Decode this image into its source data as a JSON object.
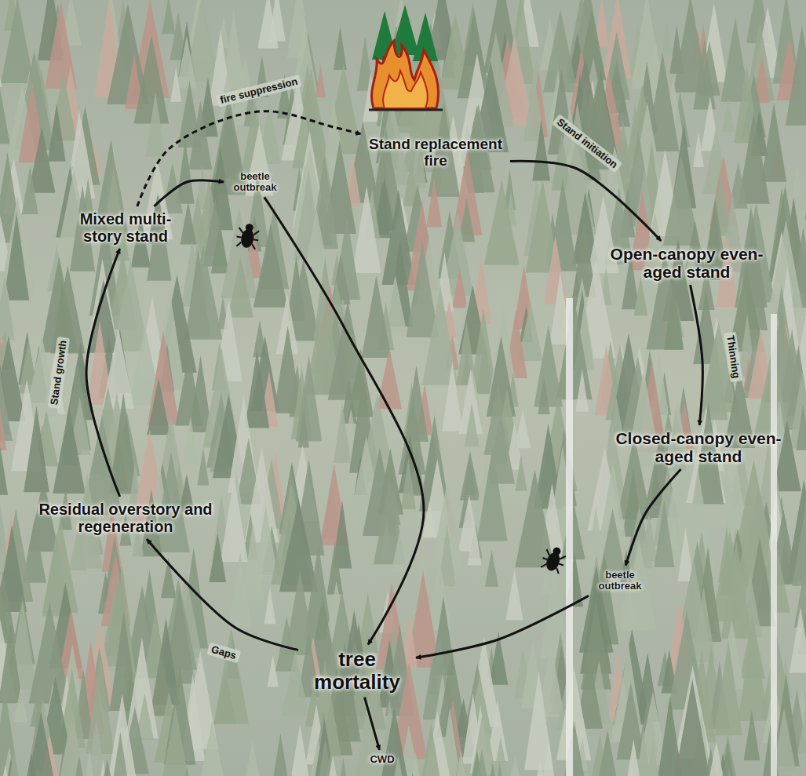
{
  "diagram": {
    "nodes": [
      {
        "text": [
          "Stand replacement fire"
        ]
      },
      {
        "text": [
          "Open-canopy even-aged stand"
        ]
      },
      {
        "text": [
          "Closed-canopy even-aged stand"
        ]
      },
      {
        "text": [
          "beetle outbreak"
        ]
      },
      {
        "text": [
          "tree mortality"
        ]
      },
      {
        "text": [
          "CWD"
        ]
      },
      {
        "text": [
          "Residual overstory and regeneration"
        ]
      },
      {
        "text": [
          "Mixed multi-story stand"
        ]
      },
      {
        "text": [
          "beetle outbreak"
        ]
      }
    ],
    "edges": [
      {
        "from": 0,
        "to": 1,
        "arrow": "to",
        "label": "Stand initiation"
      },
      {
        "from": 1,
        "to": 2,
        "arrow": "to",
        "label": "Thinning"
      },
      {
        "from": 2,
        "to": 3,
        "arrow": "to"
      },
      {
        "from": 3,
        "to": 4,
        "arrow": "to"
      },
      {
        "from": 4,
        "to": 5,
        "arrow": "to"
      },
      {
        "from": 4,
        "to": 6,
        "arrow": "to",
        "label": "Gaps"
      },
      {
        "from": 6,
        "to": 7,
        "arrow": "to",
        "label": "Stand growth"
      },
      {
        "from": 7,
        "to": 8,
        "arrow": "to"
      },
      {
        "from": 7,
        "to": 0,
        "arrow": "to",
        "label": "fire suppression"
      },
      {
        "from": 8,
        "to": 4,
        "arrow": "to"
      }
    ]
  }
}
